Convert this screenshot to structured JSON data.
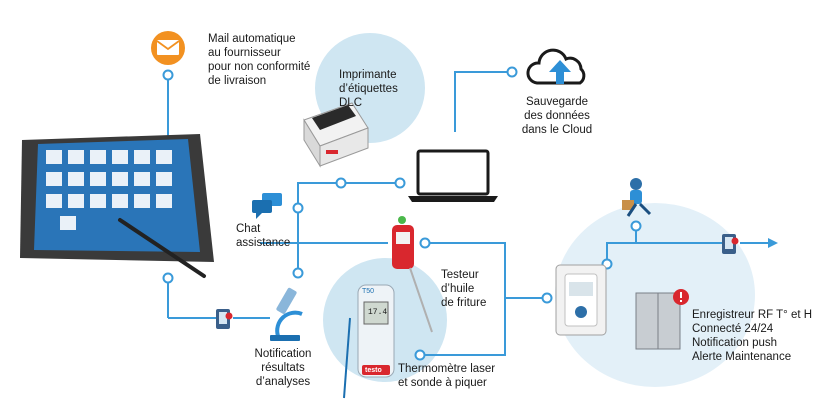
{
  "labels": {
    "mail": "Mail automatique\nau fournisseur\npour non conformité\nde livraison",
    "printer": "Imprimante\nd’étiquettes\nDLC",
    "cloud": "Sauvegarde\ndes données\ndans le Cloud",
    "chat": "Chat\nassistance",
    "oil": "Testeur\nd’huile\nde friture",
    "thermo": "Thermomètre laser\net sonde à piquer",
    "lab": "Notification\nrésultats\nd’analyses",
    "recorder": "Enregistreur RF T° et H\nConnecté 24/24\nNotification push\nAlerte Maintenance"
  },
  "devices": {
    "thermometer_display": "17.4",
    "thermometer_brand": "testo",
    "thermometer_model": "T50"
  },
  "colors": {
    "line": "#3a9ad9",
    "bubble": "#cfe6f2",
    "mail_orange": "#f29121",
    "red_accent": "#d9272e"
  },
  "icons": [
    "mail-icon",
    "printer-icon",
    "cloud-upload-icon",
    "laptop-icon",
    "chat-icon",
    "tablet-icon",
    "microscope-icon",
    "phone-alert-icon",
    "oil-tester-icon",
    "thermometer-icon",
    "rf-recorder-icon",
    "fridge-icon",
    "delivery-man-icon"
  ]
}
